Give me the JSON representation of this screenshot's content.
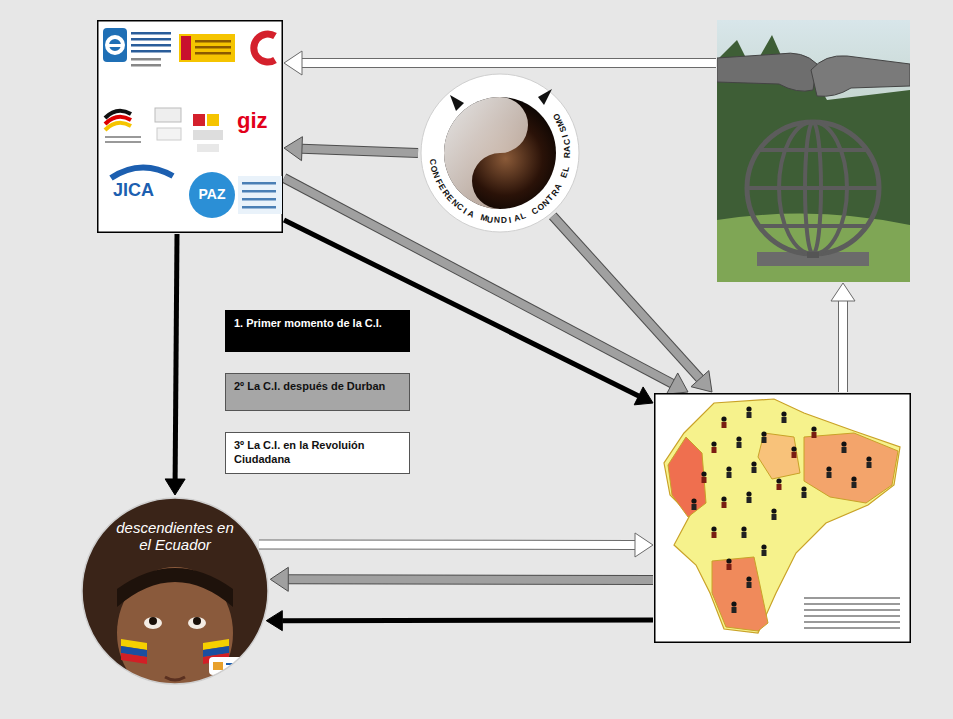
{
  "diagram": {
    "nodes": [
      {
        "text": [
          "giz",
          "JICA",
          "PAZ"
        ]
      },
      {
        "text": [
          "CONFERENCIA MUNDIAL CONTRA EL RACISMO"
        ]
      },
      {
        "text": []
      },
      {
        "text": []
      },
      {
        "text": [
          "descendientes en el Ecuador"
        ]
      }
    ],
    "edges": [
      {
        "from": 2,
        "to": 0,
        "arrow": "to"
      },
      {
        "from": 1,
        "to": 0,
        "arrow": "to"
      },
      {
        "from": 0,
        "to": 3,
        "arrow": "to"
      },
      {
        "from": 0,
        "to": 3,
        "arrow": "to"
      },
      {
        "from": 1,
        "to": 3,
        "arrow": "to"
      },
      {
        "from": 3,
        "to": 2,
        "arrow": "to"
      },
      {
        "from": 0,
        "to": 4,
        "arrow": "to"
      },
      {
        "from": 4,
        "to": 3,
        "arrow": "to"
      },
      {
        "from": 3,
        "to": 4,
        "arrow": "to"
      },
      {
        "from": 3,
        "to": 4,
        "arrow": "to"
      }
    ],
    "legend": [
      {
        "text": "1. Primer momento de la C.I.",
        "color": "#000000"
      },
      {
        "text": "2º La C.I. después de Durban",
        "color": "#a6a6a6"
      },
      {
        "text": "3º La C.I. en la Revoluión Ciudadana",
        "color": "#ffffff"
      }
    ]
  }
}
